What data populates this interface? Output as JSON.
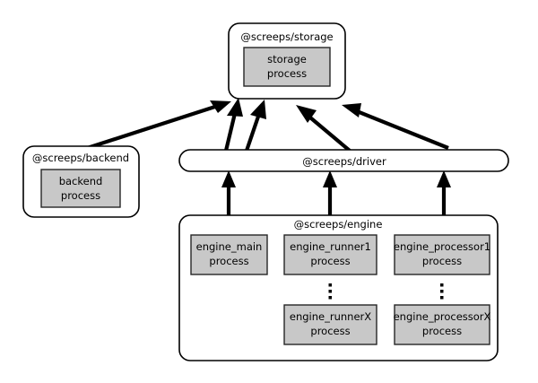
{
  "diagram": {
    "type": "architecture-block-diagram",
    "background_color": "#ffffff",
    "process_fill_color": "#c8c8c8",
    "stroke_color": "#000000",
    "packages": [
      {
        "id": "storage",
        "label": "@screeps/storage",
        "processes": [
          {
            "id": "storage-process",
            "line1": "storage",
            "line2": "process"
          }
        ]
      },
      {
        "id": "backend",
        "label": "@screeps/backend",
        "processes": [
          {
            "id": "backend-process",
            "line1": "backend",
            "line2": "process"
          }
        ]
      },
      {
        "id": "driver",
        "label": "@screeps/driver",
        "processes": []
      },
      {
        "id": "engine",
        "label": "@screeps/engine",
        "processes": [
          {
            "id": "engine-main",
            "line1": "engine_main",
            "line2": "process"
          },
          {
            "id": "engine-runner1",
            "line1": "engine_runner1",
            "line2": "process"
          },
          {
            "id": "engine-processor1",
            "line1": "engine_processor1",
            "line2": "process"
          },
          {
            "id": "engine-runnerx",
            "line1": "engine_runnerX",
            "line2": "process"
          },
          {
            "id": "engine-processorx",
            "line1": "engine_processorX",
            "line2": "process"
          }
        ],
        "ellipsis_glyph": "vertical-ellipsis"
      }
    ],
    "arrows": [
      {
        "id": "backend-to-storage",
        "from": "backend",
        "to": "storage"
      },
      {
        "id": "driver-to-storage-left",
        "from": "driver",
        "to": "storage"
      },
      {
        "id": "driver-to-storage-mid",
        "from": "driver",
        "to": "storage"
      },
      {
        "id": "driver-to-storage-right",
        "from": "driver",
        "to": "storage"
      },
      {
        "id": "engine-to-driver-left",
        "from": "engine",
        "to": "driver"
      },
      {
        "id": "engine-to-driver-mid",
        "from": "engine",
        "to": "driver"
      },
      {
        "id": "engine-to-driver-right",
        "from": "engine",
        "to": "driver"
      }
    ]
  }
}
